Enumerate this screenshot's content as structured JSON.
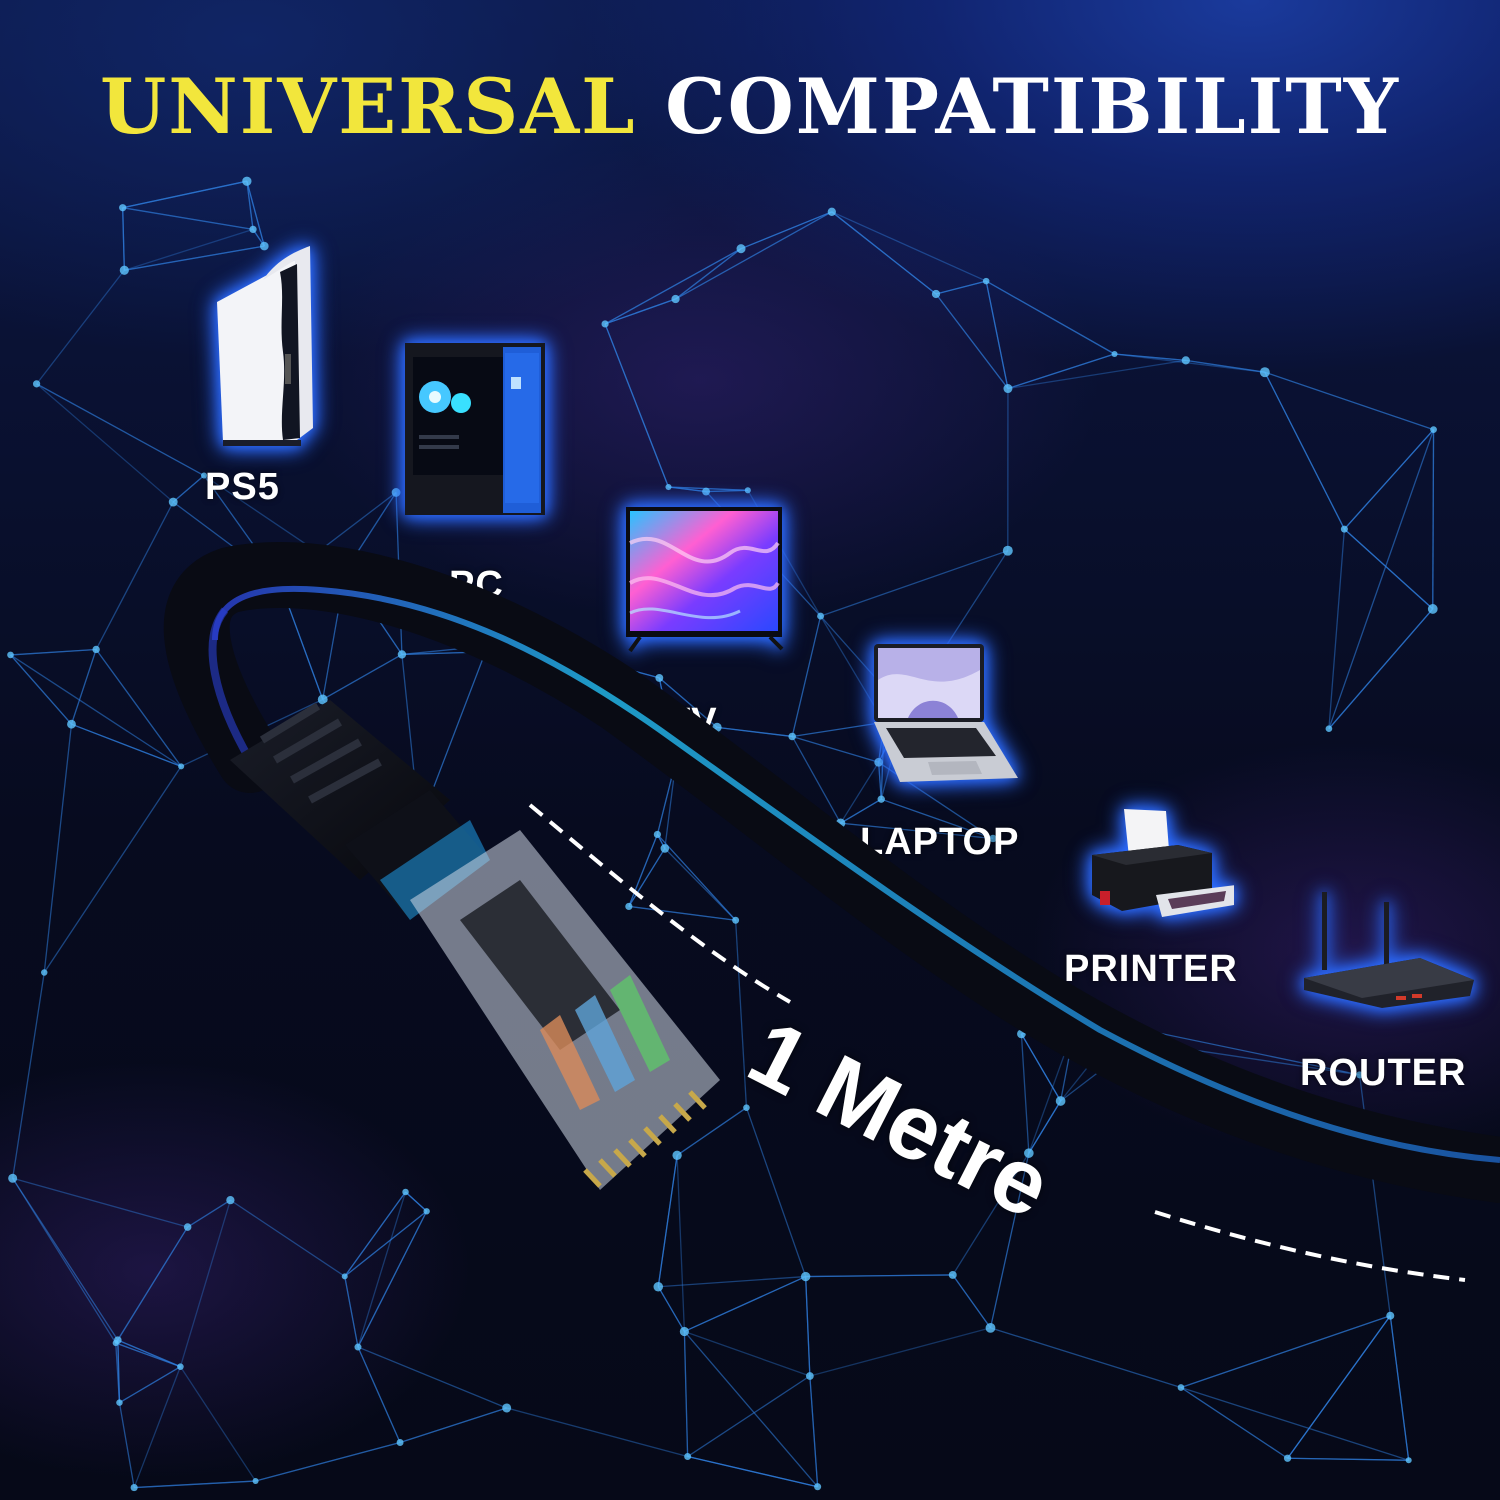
{
  "title": {
    "highlight": "UNIVERSAL",
    "rest": "COMPATIBILITY",
    "highlight_color": "#f2e63c",
    "rest_color": "#ffffff"
  },
  "devices": [
    {
      "label": "PS5",
      "icon": "game-console-icon"
    },
    {
      "label": "PC",
      "icon": "desktop-tower-icon"
    },
    {
      "label": "TV",
      "icon": "television-icon"
    },
    {
      "label": "LAPTOP",
      "icon": "laptop-icon"
    },
    {
      "label": "PRINTER",
      "icon": "printer-icon"
    },
    {
      "label": "ROUTER",
      "icon": "router-icon"
    }
  ],
  "cable": {
    "length_label": "1 Metre",
    "connector": "RJ45",
    "cable_color": "#0b0f1c",
    "highlight_color": "#1fa6d8"
  },
  "theme": {
    "background_color": "#070b1c",
    "network_line_color": "#2f7fe0",
    "glow_color": "#2c6bff"
  }
}
